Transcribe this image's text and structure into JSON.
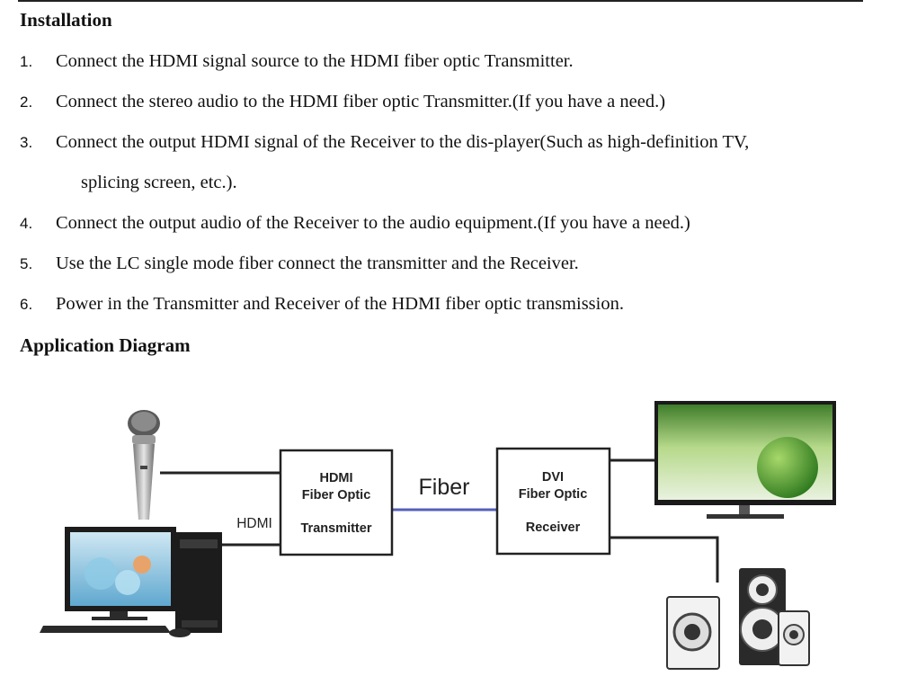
{
  "installation": {
    "heading": "Installation",
    "steps": [
      {
        "num": "1.",
        "text": "Connect the HDMI signal source to the HDMI fiber optic Transmitter."
      },
      {
        "num": "2.",
        "text": "Connect the stereo audio to the HDMI fiber optic Transmitter.(If you have a need.)"
      },
      {
        "num": "3.",
        "text": "Connect the output HDMI signal of the Receiver to the dis-player(Such as high-definition TV,",
        "continuation": "splicing screen, etc.)."
      },
      {
        "num": "4.",
        "text": "Connect the output audio of the Receiver to the audio equipment.(If you have a need.)"
      },
      {
        "num": "5.",
        "text": "Use the LC single mode fiber connect the transmitter and the Receiver."
      },
      {
        "num": "6.",
        "text": "Power in the Transmitter and Receiver of the HDMI fiber optic transmission."
      }
    ]
  },
  "diagram": {
    "heading": "Application Diagram",
    "transmitter": {
      "line1": "HDMI",
      "line2": "Fiber Optic",
      "line3": "Transmitter"
    },
    "receiver": {
      "line1": "DVI",
      "line2": "Fiber Optic",
      "line3": "Receiver"
    },
    "fiber_label": "Fiber",
    "hdmi_label": "HDMI",
    "colors": {
      "fiber_line": "#5560b8",
      "box_stroke": "#222222"
    }
  }
}
